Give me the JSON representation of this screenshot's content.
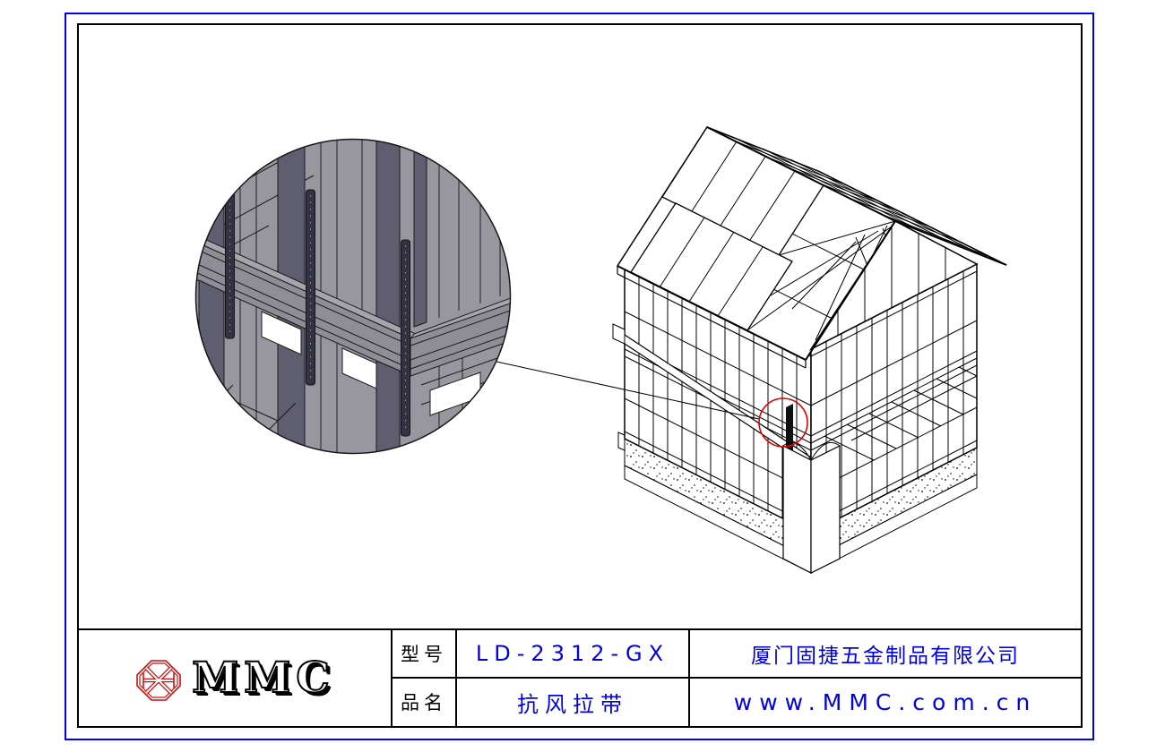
{
  "sheet": {
    "kind": "engineering drawing sheet",
    "outer_border_color": "#0000ee",
    "inner_border_color": "#000000"
  },
  "drawing": {
    "detail_circle": {
      "body_gray": "#98969e",
      "shadow_gray": "#5f5d70",
      "band_face_gray": "#8f8d96",
      "band_top_gray": "#a7a5ac",
      "strap_color": "#333240"
    },
    "house": {
      "line_color": "#000000"
    },
    "callout": {
      "color": "#e00000"
    }
  },
  "title_block": {
    "logo": {
      "text": "MMC",
      "mark_color": "#cc1111"
    },
    "fields": [
      {
        "label": "型号",
        "value": "LD-2312-GX"
      },
      {
        "label": "品名",
        "value": "抗风拉带"
      }
    ],
    "company": "厦门固捷五金制品有限公司",
    "website": "www.MMC.com.cn",
    "text_color": "#0000e0"
  }
}
